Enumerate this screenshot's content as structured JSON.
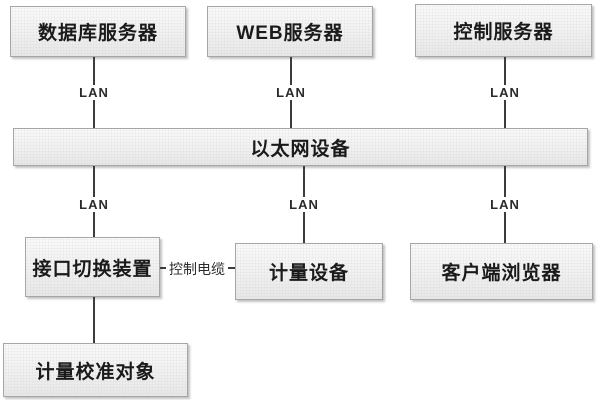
{
  "nodes": {
    "db_server": "数据库服务器",
    "web_server": "WEB服务器",
    "control_server": "控制服务器",
    "ethernet": "以太网设备",
    "interface_switch": "接口切换装置",
    "metering_device": "计量设备",
    "client_browser": "客户端浏览器",
    "calibration_object": "计量校准对象"
  },
  "edge_labels": {
    "lan": "LAN",
    "control_cable": "控制电缆"
  },
  "colors": {
    "background": "#ffffff",
    "box_fill_top": "#fdfdfd",
    "box_fill_bottom": "#e9e9e9",
    "box_border": "#a6a6a6",
    "connector_line": "#3c3c3c",
    "text": "#1a1a1a"
  }
}
